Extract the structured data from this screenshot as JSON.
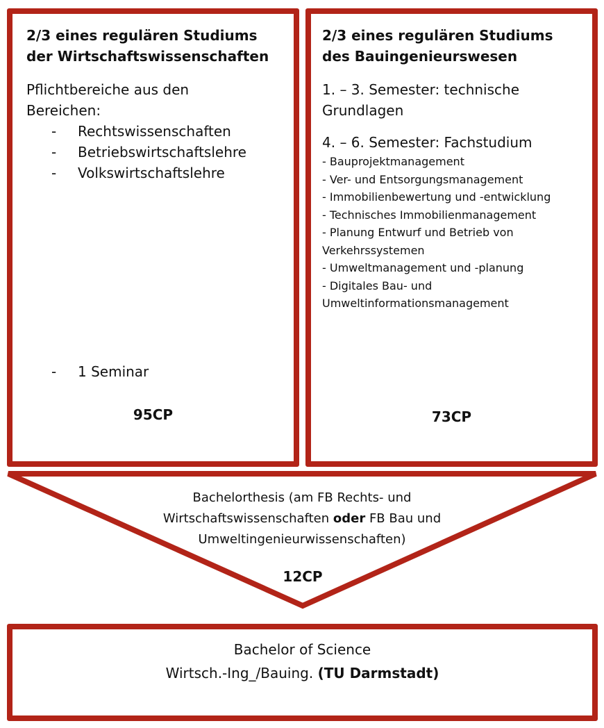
{
  "colors": {
    "border": "#b22418"
  },
  "left": {
    "title": [
      "2/3 eines regulären Studiums",
      "der Wirtschaftswissenschaften"
    ],
    "intro": "Pflichtbereiche aus den Bereichen:",
    "items": [
      "Rechtswissenschaften",
      "Betriebswirtschaftslehre",
      "Volkswirtschaftslehre"
    ],
    "seminar": "1 Seminar",
    "cp": "95CP"
  },
  "right": {
    "title": [
      "2/3 eines regulären Studiums",
      "des Bauingenieurswesen"
    ],
    "phase1": "1. – 3. Semester: technische Grundlagen",
    "phase2": "4. – 6. Semester: Fachstudium",
    "items": [
      "- Bauprojektmanagement",
      "- Ver- und Entsorgungsmanagement",
      "- Immobilienbewertung und -entwicklung",
      "- Technisches Immobilienmanagement",
      "- Planung Entwurf und Betrieb von Verkehrssystemen",
      "- Umweltmanagement und -planung",
      "- Digitales Bau- und Umweltinformationsmanagement"
    ],
    "cp": "73CP"
  },
  "thesis": {
    "line1": "Bachelorthesis (am FB Rechts- und",
    "line2a": "Wirtschaftswissenschaften ",
    "line2b": "oder",
    "line2c": " FB Bau und",
    "line3": "Umweltingenieurwissenschaften)",
    "cp": "12CP"
  },
  "degree": {
    "line1": "Bachelor of Science",
    "line2a": "Wirtsch.-Ing_/Bauing. ",
    "line2b": "(TU Darmstadt)"
  }
}
